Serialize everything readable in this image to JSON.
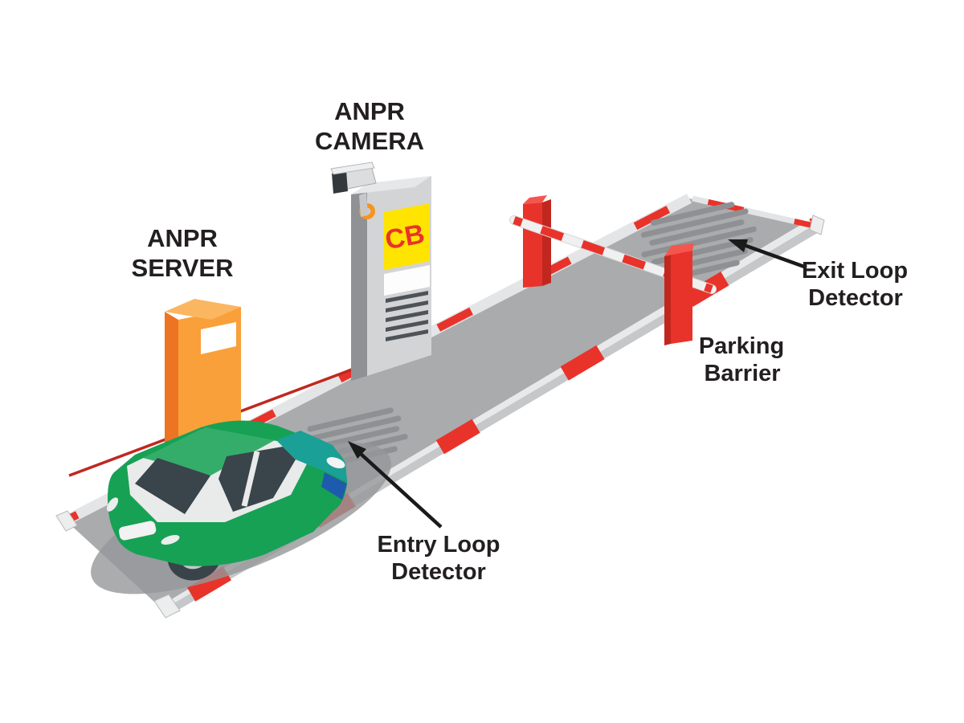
{
  "labels": {
    "anpr_camera": {
      "line1": "ANPR",
      "line2": "CAMERA"
    },
    "anpr_server": {
      "line1": "ANPR",
      "line2": "SERVER"
    },
    "exit_loop": {
      "line1": "Exit Loop",
      "line2": "Detector"
    },
    "parking_barrier": {
      "line1": "Parking",
      "line2": "Barrier"
    },
    "entry_loop": {
      "line1": "Entry Loop",
      "line2": "Detector"
    },
    "camera_pillar_sign": "CB"
  },
  "colors": {
    "road_gray": "#a9abad",
    "curb_light": "#e5e6e7",
    "curb_side": "#c6c7c9",
    "stripe_red": "#e8332b",
    "post_red_dark": "#c1271f",
    "loop_bar_gray": "#8e9093",
    "server_orange_front": "#f9a03a",
    "server_orange_side": "#ed7423",
    "pillar_gray_front": "#d3d4d6",
    "pillar_gray_side": "#8f9194",
    "sign_yellow": "#ffe400",
    "sign_text_red": "#e8332b",
    "car_green": "#17a155",
    "car_roof_green": "#35ad6a",
    "car_glass_dark": "#39444b",
    "car_teal": "#1aa096",
    "car_blue": "#1d5cac",
    "label_black": "#231f20"
  }
}
